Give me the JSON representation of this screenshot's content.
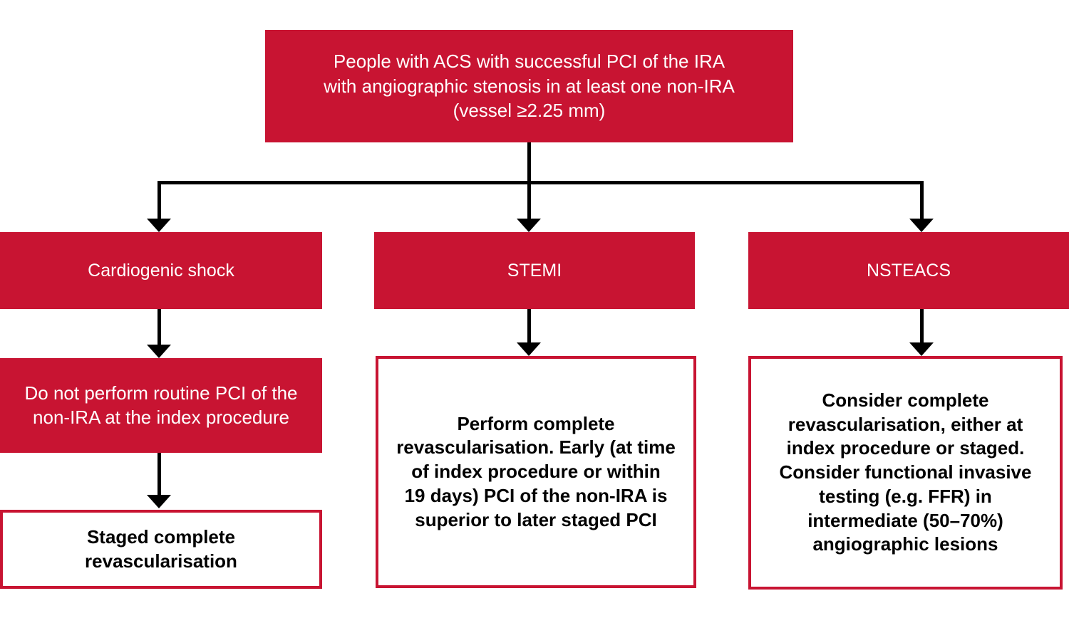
{
  "palette": {
    "box_red": "#C81432",
    "line_black": "#000000",
    "text_white": "#FFFFFF",
    "text_black": "#000000"
  },
  "nodes": {
    "root": {
      "lines": [
        "People with ACS with successful PCI of the IRA",
        "with angiographic stenosis in at least one non-IRA",
        "(vessel ≥2.25 mm)"
      ]
    },
    "shock": {
      "label": "Cardiogenic shock"
    },
    "stemi": {
      "label": "STEMI"
    },
    "nsteacs": {
      "label": "NSTEACS"
    },
    "shock_action": {
      "lines": [
        "Do not perform routine PCI of the",
        "non-IRA at the index procedure"
      ]
    },
    "shock_outcome": {
      "lines": [
        "Staged complete",
        "revascularisation"
      ]
    },
    "stemi_action": {
      "lines": [
        "Perform complete",
        "revascularisation. Early (at time",
        "of index procedure or within",
        "19 days) PCI of the non-IRA is",
        "superior to later staged PCI"
      ]
    },
    "nsteacs_action": {
      "lines": [
        "Consider complete",
        "revascularisation, either at",
        "index procedure or staged.",
        "Consider functional invasive",
        "testing (e.g. FFR) in",
        "intermediate (50–70%)",
        "angiographic lesions"
      ]
    }
  }
}
